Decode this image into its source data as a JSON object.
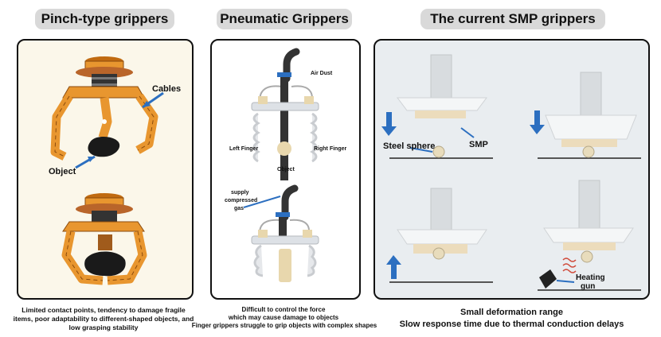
{
  "sections": {
    "pinch": {
      "title": "Pinch-type grippers",
      "labels": {
        "cables": "Cables",
        "object": "Object"
      },
      "caption": "Limited contact points, tendency to damage fragile items, poor adaptability to different-shaped objects, and low grasping stability"
    },
    "pneumatic": {
      "title": "Pneumatic Grippers",
      "labels": {
        "air_dust": "Air Dust",
        "left_finger": "Left Finger",
        "right_finger": "Right Finger",
        "object": "Object",
        "supply_1": "supply",
        "supply_2": "compressed",
        "supply_3": "gas"
      },
      "caption_1": "Difficult to control the force",
      "caption_2": "which may cause damage to objects",
      "caption_3": "Finger grippers struggle to grip objects with complex shapes"
    },
    "smp": {
      "title": "The current SMP grippers",
      "labels": {
        "steel_sphere": "Steel sphere",
        "smp": "SMP",
        "heating_1": "Heating",
        "heating_2": "gun"
      },
      "caption_1": "Small deformation range",
      "caption_2": "Slow response time due to thermal conduction delays"
    }
  },
  "colors": {
    "orange": "#e8962f",
    "orange_dark": "#c06a10",
    "copper": "#b9652a",
    "arrow_blue": "#2c6fc0",
    "panel_bg": "#fbf7ea",
    "smp_bg": "#e9edf0",
    "smp_layer": "#ecdcbc"
  },
  "icons": [
    "pinch-gripper-illustration",
    "pneumatic-gripper-illustration",
    "smp-gripper-illustration",
    "arrow-icon",
    "heat-wave-icon",
    "heating-gun-icon"
  ]
}
